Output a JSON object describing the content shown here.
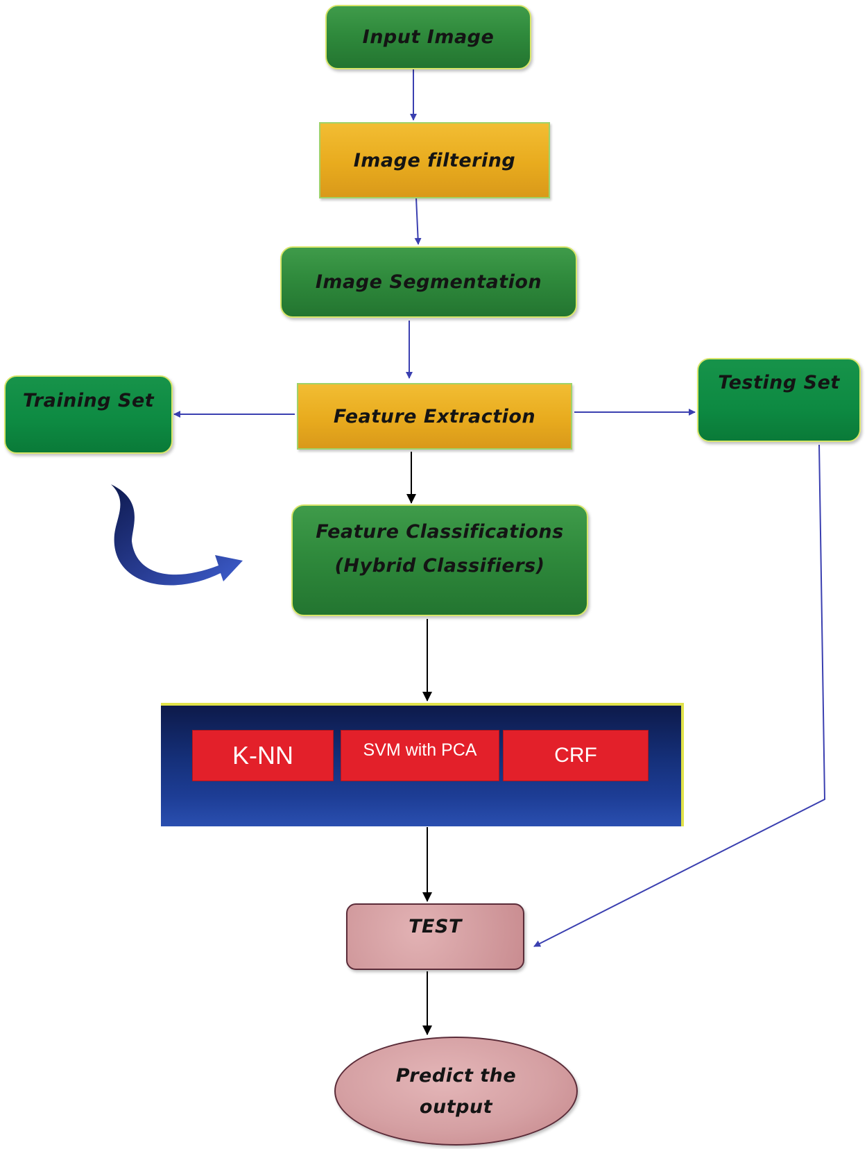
{
  "diagram": {
    "nodes": {
      "input_image": "Input Image",
      "image_filtering": "Image filtering",
      "image_segmentation": "Image Segmentation",
      "feature_extraction": "Feature Extraction",
      "training_set": "Training Set",
      "testing_set": "Testing Set",
      "feature_classifications_line1": "Feature Classifications",
      "feature_classifications_line2": "(Hybrid Classifiers)",
      "test": "TEST",
      "predict_line1": "Predict the",
      "predict_line2": "output"
    },
    "classifiers": [
      "K-NN",
      "SVM with PCA",
      "CRF"
    ],
    "colors": {
      "green": "#2f8a3c",
      "orange": "#e8ab1e",
      "classifier_panel": "#15307a",
      "classifier_box": "#e3202a",
      "node_pink": "#d49ea1",
      "arrow_blue": "#3a3fb0",
      "arrow_black": "#000000"
    }
  }
}
